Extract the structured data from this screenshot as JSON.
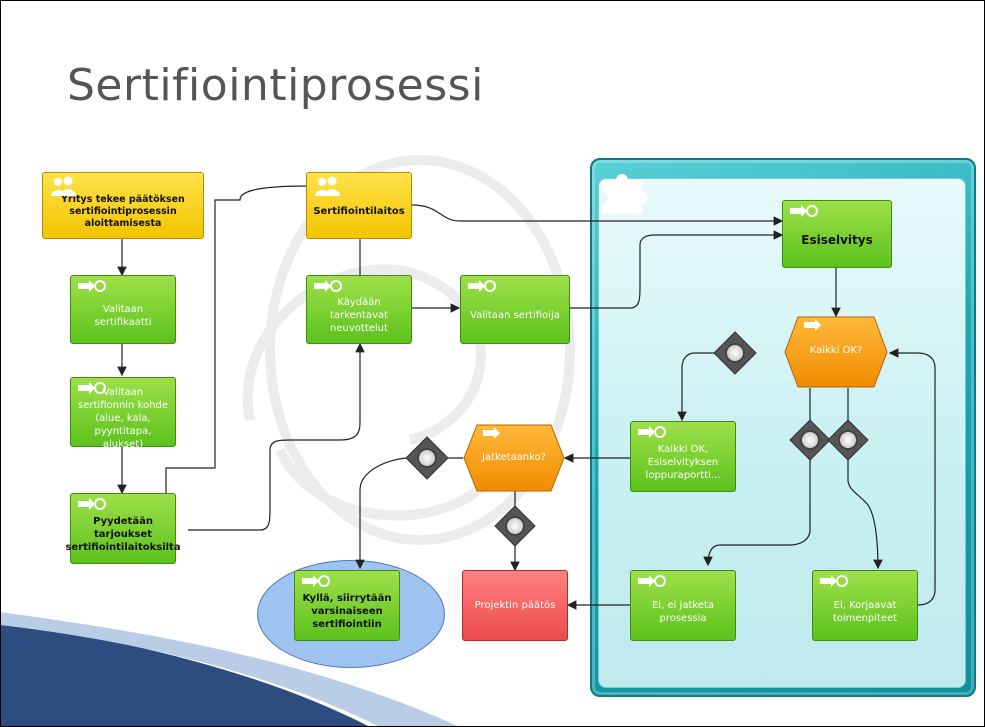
{
  "title": "Sertifiointiprosessi",
  "nodes": {
    "n1": "Yritys tekee päätöksen sertifiointiprosessin aloittamisesta",
    "n2": "Valitaan sertifikaatti",
    "n3": "Valitaan sertifionnin kohde (alue, kala, pyyntitapa, alukset)",
    "n4": "Pyydetään tarjoukset sertifiointilaitoksilta",
    "n5": "Sertifiointilaitos",
    "n6": "Käydään tarkentavat neuvottelut",
    "n7": "Valitaan sertifioija",
    "n8": "Esiselvitys",
    "n9": "Kaikki OK?",
    "n10": "Kaikki OK, Esiselvityksen loppuraportti...",
    "n11": "Jatketaanko?",
    "n12": "Kyllä, siirrytään varsinaiseen sertifiointiin",
    "n13": "Projektin päätös",
    "n14": "Ei, ei jatketa prosessia",
    "n15": "Ei, Korjaavat toimenpiteet"
  },
  "icons": {
    "process": "process-arrow-icon",
    "actor": "people-icon",
    "connector": "xor-connector-icon",
    "panel": "puzzle-icon"
  },
  "colors": {
    "process_green": "#6cc92a",
    "actor_yellow": "#f6cc14",
    "decision_orange": "#f5a017",
    "end_red": "#ef5959",
    "panel_teal": "#18a9b5",
    "oval_blue": "#9fc3f0"
  }
}
